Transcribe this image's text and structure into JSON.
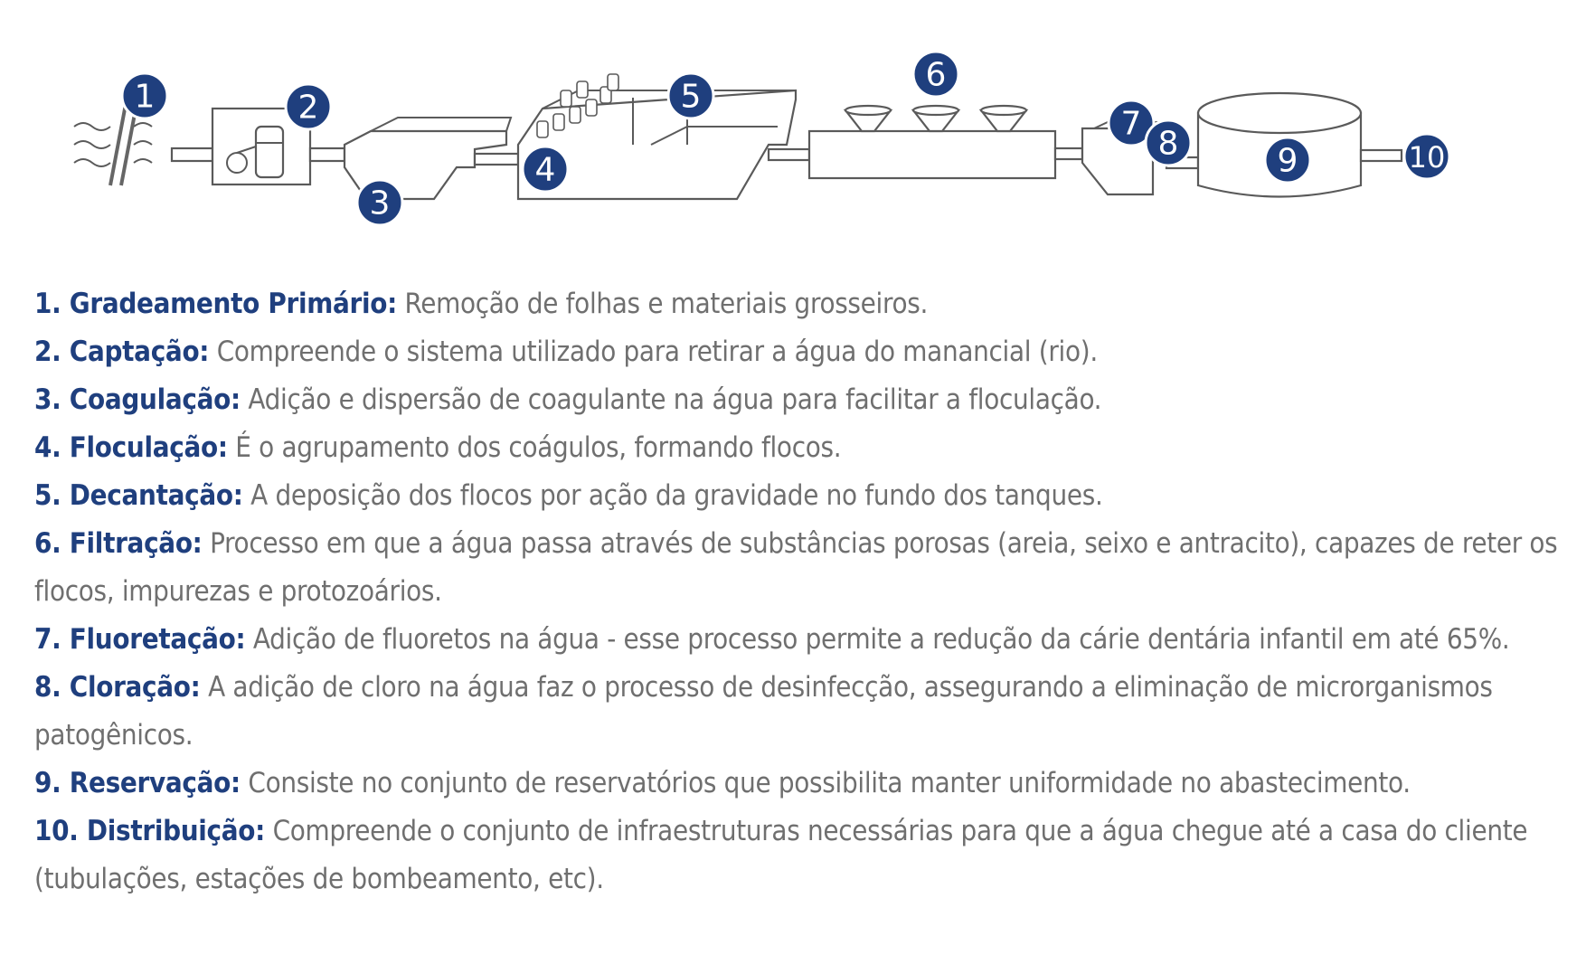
{
  "steps": [
    {
      "num": "1",
      "term": "1. Gradeamento Primário:",
      "desc": "Remoção de folhas e materiais grosseiros."
    },
    {
      "num": "2",
      "term": "2. Captação:",
      "desc": "Compreende o sistema utilizado para retirar a água do manancial (rio)."
    },
    {
      "num": "3",
      "term": "3. Coagulação:",
      "desc": "Adição e dispersão de coagulante na água para facilitar a floculação."
    },
    {
      "num": "4",
      "term": "4. Floculação:",
      "desc": "É o agrupamento dos coágulos, formando flocos."
    },
    {
      "num": "5",
      "term": "5. Decantação:",
      "desc": "A deposição dos flocos por ação da gravidade no fundo dos tanques."
    },
    {
      "num": "6",
      "term": "6. Filtração:",
      "desc": "Processo em que a água passa através de substâncias porosas (areia, seixo e antracito), capazes de reter os flocos, impurezas e protozoários."
    },
    {
      "num": "7",
      "term": "7. Fluoretação:",
      "desc": "Adição de fluoretos na água - esse processo permite a redução da cárie dentária infantil em até 65%."
    },
    {
      "num": "8",
      "term": "8. Cloração:",
      "desc": "A adição de cloro na água faz o processo de desinfecção, assegurando a eliminação de microrganismos patogênicos."
    },
    {
      "num": "9",
      "term": "9. Reservação:",
      "desc": "Consiste no conjunto de reservatórios que possibilita manter uniformidade no abastecimento."
    },
    {
      "num": "10",
      "term": "10. Distribuição:",
      "desc": "Compreende o conjunto de infraestruturas necessárias para que a água chegue até a casa do cliente (tubulações, estações de bombeamento, etc)."
    }
  ],
  "colors": {
    "accent": "#1f3f7e",
    "text": "#6f6f6f",
    "line": "#5a5a5a"
  }
}
